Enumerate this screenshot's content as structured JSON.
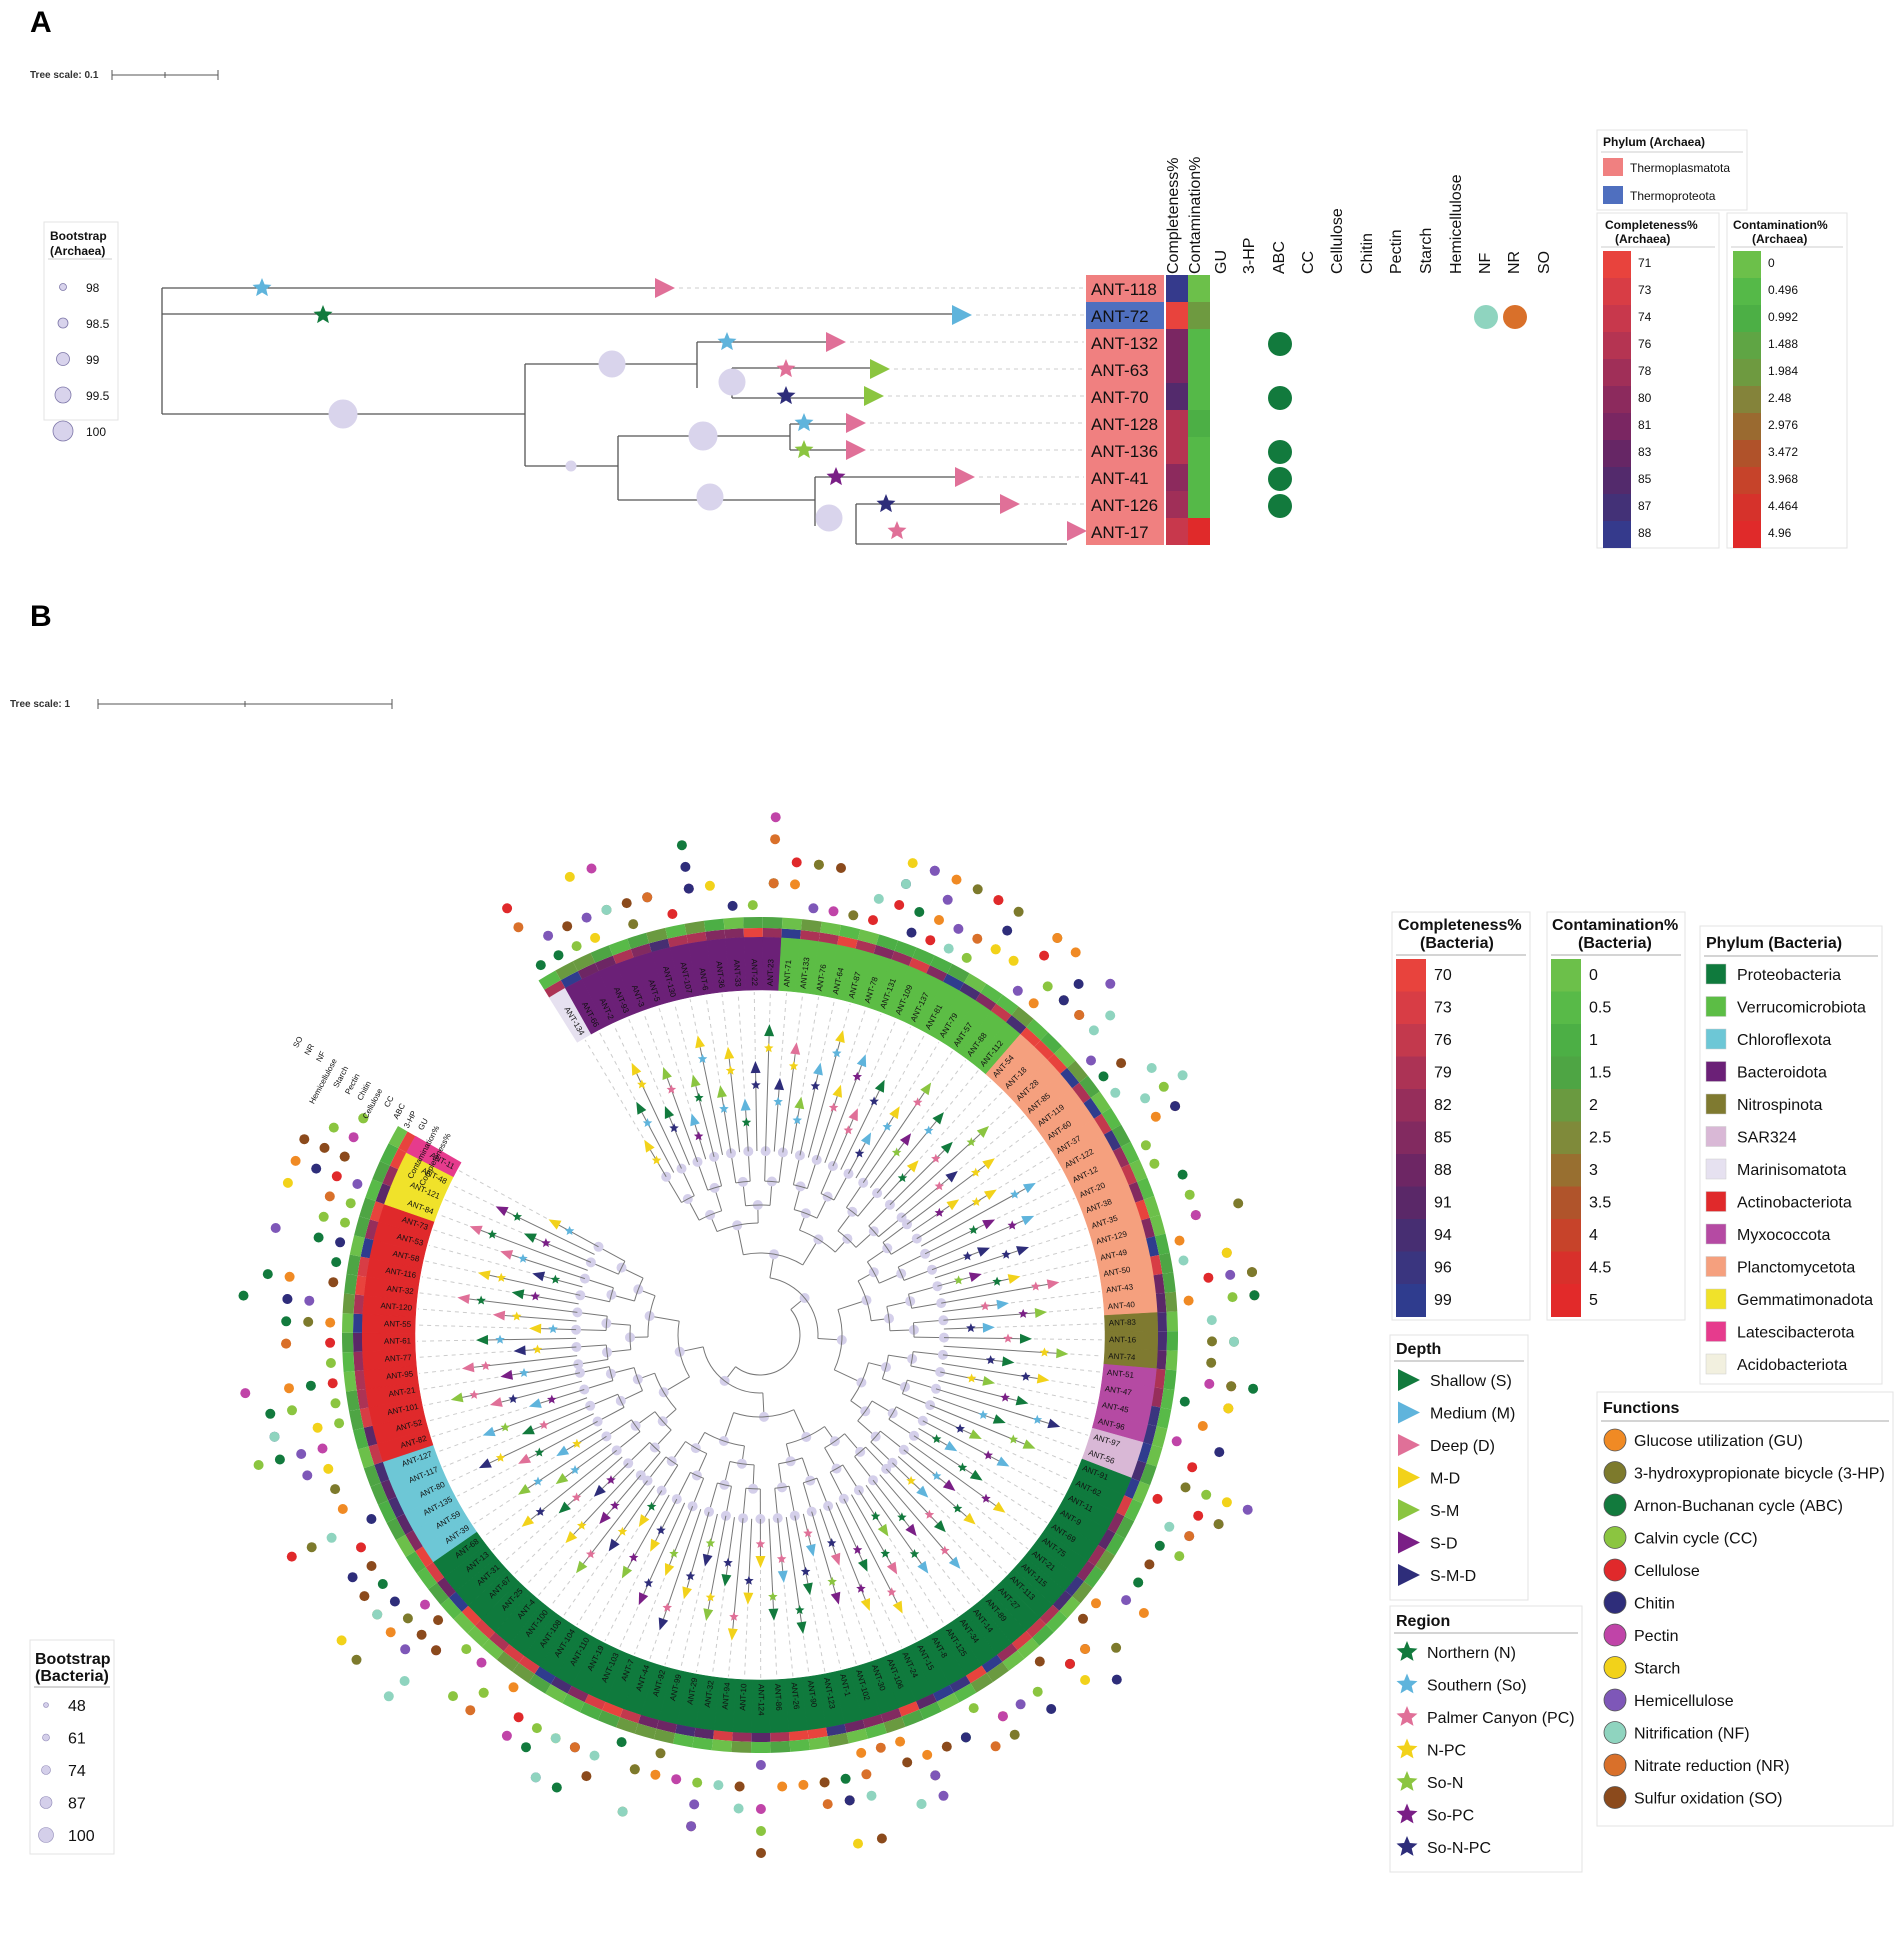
{
  "panel_a": {
    "letter": "A",
    "tree_scale": "Tree scale: 0.1",
    "bootstrap": {
      "title_line1": "Bootstrap",
      "title_line2": "(Archaea)",
      "values": [
        "98",
        "98.5",
        "99",
        "99.5",
        "100"
      ]
    },
    "columns": [
      "Completeness%",
      "Contamination%",
      "GU",
      "3-HP",
      "ABC",
      "CC",
      "Cellulose",
      "Chitin",
      "Pectin",
      "Starch",
      "Hemicellulose",
      "NF",
      "NR",
      "SO"
    ],
    "tips": [
      {
        "label": "ANT-118",
        "phylum": "Thermoplasmatota",
        "completeness": 88,
        "contamination": 0,
        "depth": "Deep (D)",
        "region": "Southern (So)",
        "functions": []
      },
      {
        "label": "ANT-72",
        "phylum": "Thermoproteota",
        "completeness": 71,
        "contamination": 1.984,
        "depth": "Medium (M)",
        "region": "Northern (N)",
        "functions": [
          "NF",
          "NR"
        ]
      },
      {
        "label": "ANT-132",
        "phylum": "Thermoplasmatota",
        "completeness": 81,
        "contamination": 0.496,
        "depth": "Deep (D)",
        "region": "Southern (So)",
        "functions": [
          "ABC"
        ]
      },
      {
        "label": "ANT-63",
        "phylum": "Thermoplasmatota",
        "completeness": 81,
        "contamination": 0.496,
        "depth": "S-M",
        "region": "Palmer Canyon (PC)",
        "functions": []
      },
      {
        "label": "ANT-70",
        "phylum": "Thermoplasmatota",
        "completeness": 85,
        "contamination": 0.496,
        "depth": "S-M",
        "region": "So-N-PC",
        "functions": [
          "ABC"
        ]
      },
      {
        "label": "ANT-128",
        "phylum": "Thermoplasmatota",
        "completeness": 76,
        "contamination": 0.992,
        "depth": "Deep (D)",
        "region": "Southern (So)",
        "functions": []
      },
      {
        "label": "ANT-136",
        "phylum": "Thermoplasmatota",
        "completeness": 76,
        "contamination": 0.496,
        "depth": "Deep (D)",
        "region": "So-N",
        "functions": [
          "ABC"
        ]
      },
      {
        "label": "ANT-41",
        "phylum": "Thermoplasmatota",
        "completeness": 80,
        "contamination": 0.496,
        "depth": "Deep (D)",
        "region": "So-PC",
        "functions": [
          "ABC"
        ]
      },
      {
        "label": "ANT-126",
        "phylum": "Thermoplasmatota",
        "completeness": 78,
        "contamination": 0.496,
        "depth": "Deep (D)",
        "region": "So-N-PC",
        "functions": [
          "ABC"
        ]
      },
      {
        "label": "ANT-17",
        "phylum": "Thermoplasmatota",
        "completeness": 74,
        "contamination": 4.96,
        "depth": "Deep (D)",
        "region": "Palmer Canyon (PC)",
        "functions": []
      }
    ],
    "phylum_legend": {
      "title": "Phylum (Archaea)",
      "items": [
        {
          "label": "Thermoplasmatota",
          "color": "#f08080"
        },
        {
          "label": "Thermoproteota",
          "color": "#4f6fbf"
        }
      ]
    },
    "completeness_legend": {
      "title_line1": "Completeness%",
      "title_line2": "(Archaea)",
      "values": [
        "71",
        "73",
        "74",
        "76",
        "78",
        "80",
        "81",
        "83",
        "85",
        "87",
        "88"
      ],
      "colors": [
        "#e8433d",
        "#d83d45",
        "#c8384c",
        "#b53452",
        "#a02f58",
        "#8c2a5d",
        "#7a2662",
        "#662665",
        "#532a6c",
        "#433177",
        "#353a8c"
      ]
    },
    "contamination_legend": {
      "title_line1": "Contamination%",
      "title_line2": "(Archaea)",
      "values": [
        "0",
        "0.496",
        "0.992",
        "1.488",
        "1.984",
        "2.48",
        "2.976",
        "3.472",
        "3.968",
        "4.464",
        "4.96"
      ],
      "colors": [
        "#6cc04a",
        "#55b948",
        "#4caf45",
        "#5fa544",
        "#6e9a40",
        "#84833a",
        "#9a6a30",
        "#b0522a",
        "#c6432a",
        "#d6322b",
        "#e02a2a"
      ]
    }
  },
  "panel_b": {
    "letter": "B",
    "tree_scale": "Tree scale: 1",
    "ring_headers": [
      "SO",
      "NR",
      "NF",
      "Hemicellulose",
      "Starch",
      "Pectin",
      "Chitin",
      "Cellulose",
      "CC",
      "ABC",
      "3-HP",
      "GU",
      "Contamination%",
      "Completeness%"
    ],
    "labels": [
      "ANT-134",
      "ANT-66",
      "ANT-2",
      "ANT-93",
      "ANT-3",
      "ANT-5",
      "ANT-130",
      "ANT-107",
      "ANT-6",
      "ANT-36",
      "ANT-33",
      "ANT-22",
      "ANT-23",
      "ANT-71",
      "ANT-133",
      "ANT-76",
      "ANT-64",
      "ANT-87",
      "ANT-78",
      "ANT-131",
      "ANT-109",
      "ANT-137",
      "ANT-81",
      "ANT-79",
      "ANT-57",
      "ANT-88",
      "ANT-112",
      "ANT-54",
      "ANT-18",
      "ANT-28",
      "ANT-85",
      "ANT-119",
      "ANT-60",
      "ANT-37",
      "ANT-122",
      "ANT-12",
      "ANT-20",
      "ANT-38",
      "ANT-35",
      "ANT-129",
      "ANT-49",
      "ANT-50",
      "ANT-43",
      "ANT-40",
      "ANT-83",
      "ANT-16",
      "ANT-74",
      "ANT-51",
      "ANT-47",
      "ANT-45",
      "ANT-96",
      "ANT-97",
      "ANT-56",
      "ANT-91",
      "ANT-62",
      "ANT-11",
      "ANT-9",
      "ANT-69",
      "ANT-75",
      "ANT-21",
      "ANT-115",
      "ANT-113",
      "ANT-27",
      "ANT-89",
      "ANT-14",
      "ANT-34",
      "ANT-125",
      "ANT-8",
      "ANT-15",
      "ANT-24",
      "ANT-106",
      "ANT-30",
      "ANT-102",
      "ANT-1",
      "ANT-123",
      "ANT-90",
      "ANT-26",
      "ANT-86",
      "ANT-124",
      "ANT-10",
      "ANT-94",
      "ANT-32",
      "ANT-29",
      "ANT-99",
      "ANT-92",
      "ANT-44",
      "ANT-7",
      "ANT-103",
      "ANT-19",
      "ANT-110",
      "ANT-104",
      "ANT-108",
      "ANT-100",
      "ANT-4",
      "ANT-25",
      "ANT-67",
      "ANT-31",
      "ANT-13",
      "ANT-68",
      "ANT-39",
      "ANT-59",
      "ANT-135",
      "ANT-80",
      "ANT-117",
      "ANT-127",
      "ANT-82",
      "ANT-52",
      "ANT-101",
      "ANT-21",
      "ANT-95",
      "ANT-77",
      "ANT-61",
      "ANT-55",
      "ANT-120",
      "ANT-32",
      "ANT-116",
      "ANT-58",
      "ANT-53",
      "ANT-73",
      "ANT-84",
      "ANT-121",
      "ANT-48",
      "ANT-11"
    ],
    "completeness_legend": {
      "title_line1": "Completeness%",
      "title_line2": "(Bacteria)",
      "values": [
        "70",
        "73",
        "76",
        "79",
        "82",
        "85",
        "88",
        "91",
        "94",
        "96",
        "99"
      ],
      "colors": [
        "#e8433d",
        "#d83d45",
        "#c3394d",
        "#ac3355",
        "#962e5b",
        "#822a60",
        "#6d2664",
        "#5a2868",
        "#472e72",
        "#3a357f",
        "#2f3c8e"
      ]
    },
    "contamination_legend": {
      "title_line1": "Contamination%",
      "title_line2": "(Bacteria)",
      "values": [
        "0",
        "0.5",
        "1",
        "1.5",
        "2",
        "2.5",
        "3",
        "3.5",
        "4",
        "4.5",
        "5"
      ],
      "colors": [
        "#6cc04a",
        "#58ba48",
        "#4caf45",
        "#4ea544",
        "#6a9a40",
        "#7f8a3a",
        "#986f30",
        "#b0542b",
        "#c7432a",
        "#d8302b",
        "#e22a2a"
      ]
    },
    "phylum_legend": {
      "title": "Phylum (Bacteria)",
      "items": [
        {
          "label": "Proteobacteria",
          "color": "#0f7a3d"
        },
        {
          "label": "Verrucomicrobiota",
          "color": "#5cbd45"
        },
        {
          "label": "Chloroflexota",
          "color": "#6dc7d6"
        },
        {
          "label": "Bacteroidota",
          "color": "#6b2077"
        },
        {
          "label": "Nitrospinota",
          "color": "#7f7a30"
        },
        {
          "label": "SAR324",
          "color": "#d9b8d6"
        },
        {
          "label": "Marinisomatota",
          "color": "#e6e1f0"
        },
        {
          "label": "Actinobacteriota",
          "color": "#e0292b"
        },
        {
          "label": "Myxococcota",
          "color": "#b54aa3"
        },
        {
          "label": "Planctomycetota",
          "color": "#f5a07e"
        },
        {
          "label": "Gemmatimonadota",
          "color": "#f0e22a"
        },
        {
          "label": "Latescibacterota",
          "color": "#e63b8d"
        },
        {
          "label": "Acidobacteriota",
          "color": "#f2f0df"
        }
      ]
    },
    "depth_legend": {
      "title": "Depth",
      "items": [
        {
          "label": "Shallow (S)",
          "color": "#127a3d"
        },
        {
          "label": "Medium (M)",
          "color": "#5fb4dc"
        },
        {
          "label": "Deep (D)",
          "color": "#e07098"
        },
        {
          "label": "M-D",
          "color": "#f2d21a"
        },
        {
          "label": "S-M",
          "color": "#8bc540"
        },
        {
          "label": "S-D",
          "color": "#7a1f86"
        },
        {
          "label": "S-M-D",
          "color": "#2e2d7a"
        }
      ]
    },
    "region_legend": {
      "title": "Region",
      "items": [
        {
          "label": "Northern (N)",
          "color": "#127a3d"
        },
        {
          "label": "Southern (So)",
          "color": "#5fb4dc"
        },
        {
          "label": "Palmer Canyon (PC)",
          "color": "#e07098"
        },
        {
          "label": "N-PC",
          "color": "#f2d21a"
        },
        {
          "label": "So-N",
          "color": "#8bc540"
        },
        {
          "label": "So-PC",
          "color": "#7a1f86"
        },
        {
          "label": "So-N-PC",
          "color": "#2e2d7a"
        }
      ]
    },
    "functions_legend": {
      "title": "Functions",
      "items": [
        {
          "label": "Glucose utilization (GU)",
          "color": "#f08a24"
        },
        {
          "label": "3-hydroxypropionate bicycle (3-HP)",
          "color": "#7d7a2c"
        },
        {
          "label": "Arnon-Buchanan cycle (ABC)",
          "color": "#127a3d"
        },
        {
          "label": "Calvin cycle (CC)",
          "color": "#8bc540"
        },
        {
          "label": "Cellulose",
          "color": "#e0292b"
        },
        {
          "label": "Chitin",
          "color": "#2e2d7a"
        },
        {
          "label": "Pectin",
          "color": "#c044a8"
        },
        {
          "label": "Starch",
          "color": "#f2d21a"
        },
        {
          "label": "Hemicellulose",
          "color": "#7e57b8"
        },
        {
          "label": "Nitrification (NF)",
          "color": "#8fd4bf"
        },
        {
          "label": "Nitrate reduction (NR)",
          "color": "#d9702a"
        },
        {
          "label": "Sulfur oxidation (SO)",
          "color": "#8b4a1c"
        }
      ]
    },
    "bootstrap": {
      "title_line1": "Bootstrap",
      "title_line2": "(Bacteria)",
      "values": [
        "48",
        "61",
        "74",
        "87",
        "100"
      ]
    }
  }
}
